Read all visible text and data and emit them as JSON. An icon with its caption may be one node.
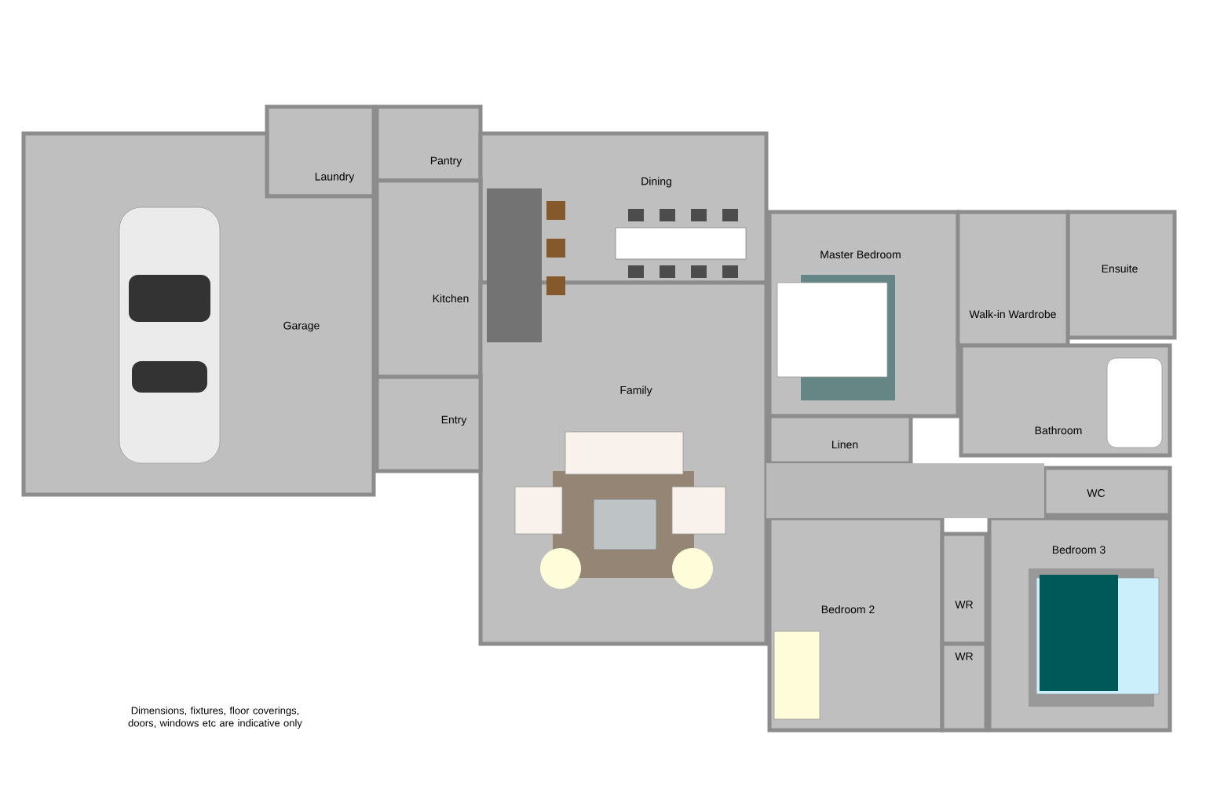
{
  "diagram": {
    "nodes": [
      {
        "text": [
          "Laundry"
        ]
      },
      {
        "text": [
          "Pantry"
        ]
      },
      {
        "text": [
          "Dining"
        ]
      },
      {
        "text": [
          "Master Bedroom"
        ]
      },
      {
        "text": [
          "Ensuite"
        ]
      },
      {
        "text": [
          "Walk-in Wardrobe"
        ]
      },
      {
        "text": [
          "Kitchen"
        ]
      },
      {
        "text": [
          "Garage"
        ]
      },
      {
        "text": [
          "Family"
        ]
      },
      {
        "text": [
          "Entry"
        ]
      },
      {
        "text": [
          "Bathroom"
        ]
      },
      {
        "text": [
          "Linen"
        ]
      },
      {
        "text": [
          "WC"
        ]
      },
      {
        "text": [
          "Bedroom 3"
        ]
      },
      {
        "text": [
          "Bedroom 2"
        ]
      },
      {
        "text": [
          "WR"
        ]
      },
      {
        "text": [
          "WR"
        ]
      },
      {
        "text": [],
        "shape": "box"
      }
    ],
    "labels": [
      "Dimensions, fixtures, floor coverings, doors, windows etc are indicative only"
    ]
  }
}
